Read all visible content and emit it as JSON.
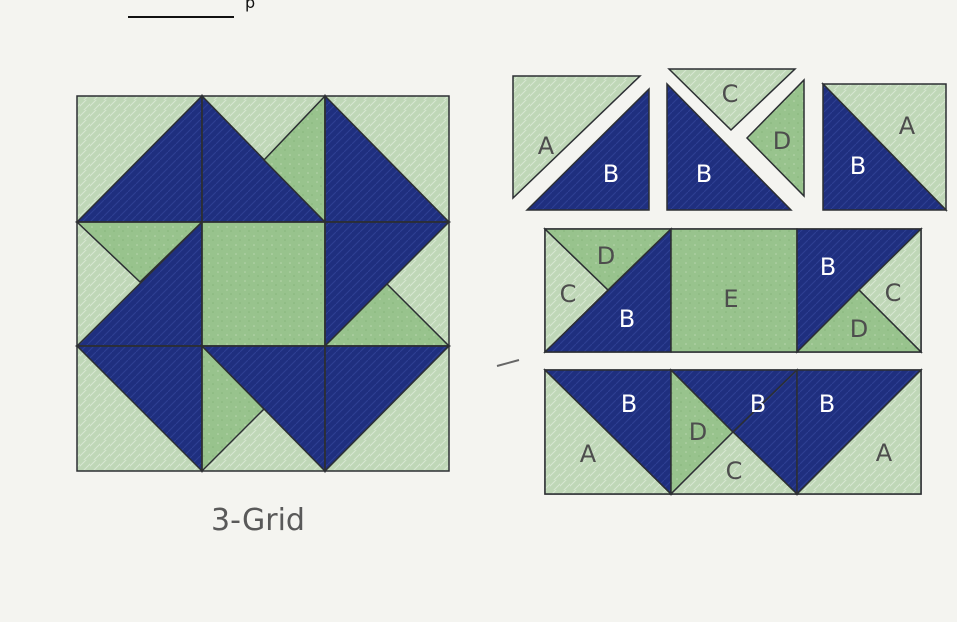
{
  "header": {
    "fragment_letter": "p"
  },
  "diagram": {
    "caption": "3-Grid",
    "labels": {
      "a1": "A",
      "b1": "B",
      "c1": "C",
      "b2": "B",
      "d1": "D",
      "a2": "A",
      "b3": "B",
      "d2": "D",
      "c2": "C",
      "b4": "B",
      "e1": "E",
      "b5": "B",
      "c3": "C",
      "d3": "D",
      "b6": "B",
      "a3": "A",
      "d4": "D",
      "b7": "B",
      "c4": "C",
      "b8": "B",
      "a4": "A"
    },
    "colors": {
      "light_green": "#bfd7b7",
      "medium_green": "#98c38d",
      "navy": "#1f2f7f",
      "outline": "#2c2f33",
      "paper": "#f4f4f0"
    }
  }
}
